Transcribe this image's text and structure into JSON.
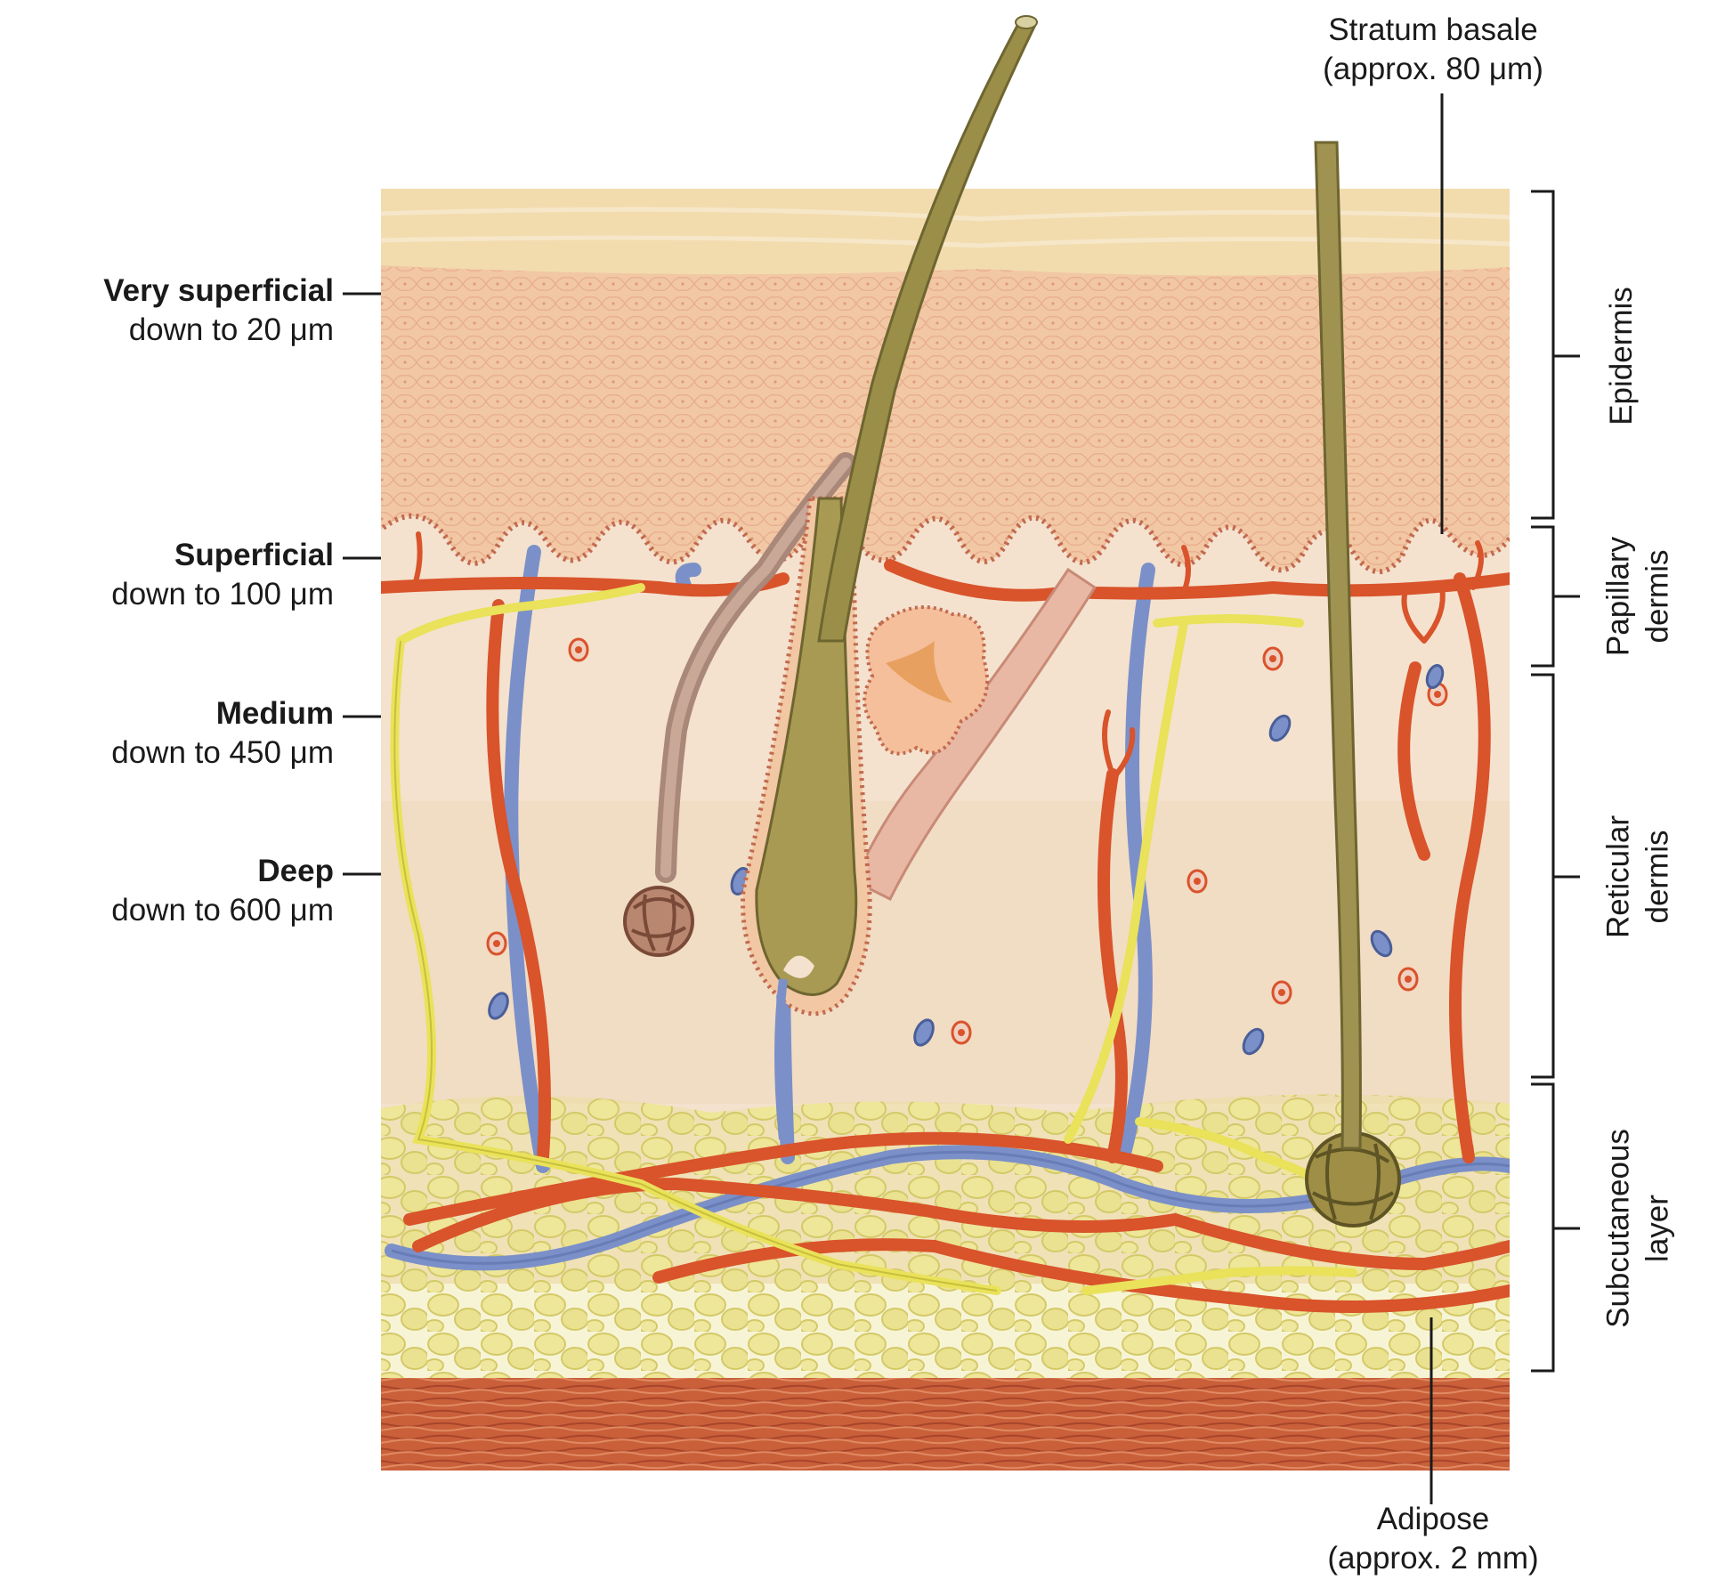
{
  "depth_labels": [
    {
      "bold": "Very superficial",
      "normal": "down to 20 μm"
    },
    {
      "bold": "Superficial",
      "normal": "down to 100 μm"
    },
    {
      "bold": "Medium",
      "normal": "down to 450 μm"
    },
    {
      "bold": "Deep",
      "normal": "down to 600 μm"
    }
  ],
  "layer_labels": [
    {
      "line1": "Epidermis",
      "line2": ""
    },
    {
      "line1": "Papillary",
      "line2": "dermis"
    },
    {
      "line1": "Reticular",
      "line2": "dermis"
    },
    {
      "line1": "Subcutaneous",
      "line2": "layer"
    }
  ],
  "callouts": {
    "stratum_basale": {
      "line1": "Stratum basale",
      "line2": "(approx. 80 μm)"
    },
    "adipose": {
      "line1": "Adipose",
      "line2": "(approx. 2 mm)"
    }
  },
  "colors": {
    "stratum_corneum": "#f2dcae",
    "epidermis": "#f2c7a3",
    "dermis": "#f4e2ce",
    "fat": "#e9e08a",
    "muscle": "#c9603a",
    "artery": "#d9532b",
    "vein": "#7b90c8",
    "nerve": "#e9e25a",
    "hair": "#8f8440"
  }
}
